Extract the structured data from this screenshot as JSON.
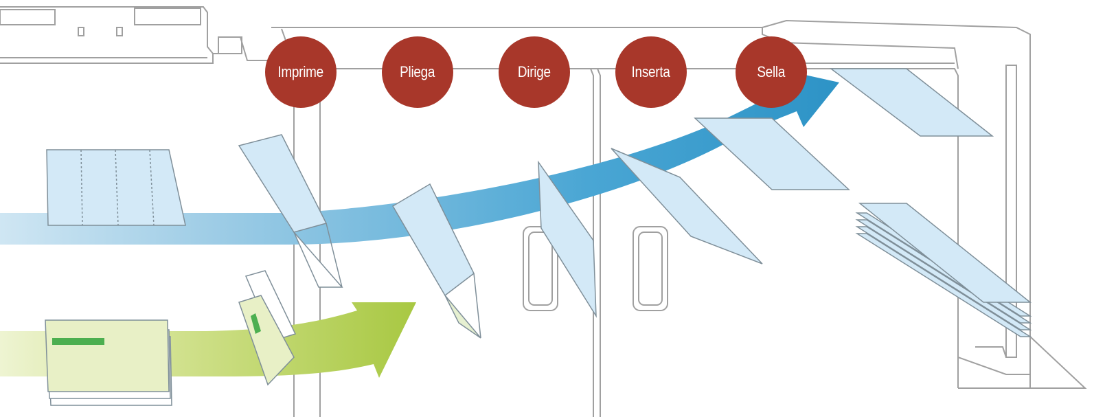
{
  "stages": [
    {
      "label": "Imprime"
    },
    {
      "label": "Pliega"
    },
    {
      "label": "Dirige"
    },
    {
      "label": "Inserta"
    },
    {
      "label": "Sella"
    }
  ],
  "colors": {
    "stage_badge": "#a8372a",
    "stage_text": "#ffffff",
    "paper_flow": "#4aa6d4",
    "insert_flow": "#a8c842",
    "sheet_fill": "#d3e9f7",
    "machine_outline": "#9a9a9a"
  }
}
